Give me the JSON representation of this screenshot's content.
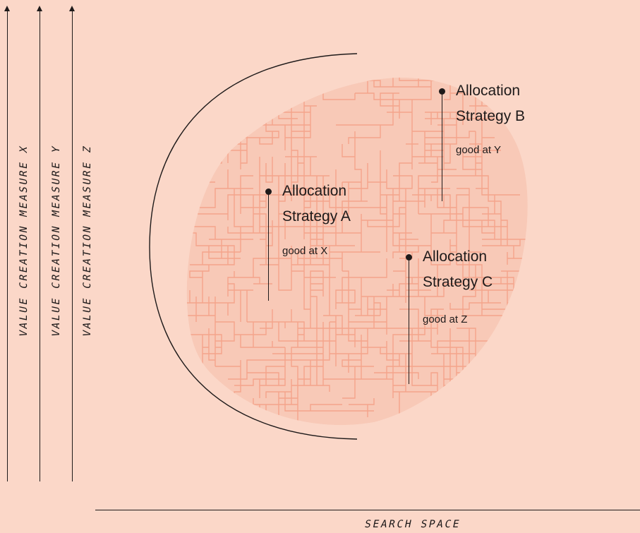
{
  "axes": {
    "vertical": [
      {
        "label": "VALUE CREATION MEASURE X"
      },
      {
        "label": "VALUE CREATION MEASURE Y"
      },
      {
        "label": "VALUE CREATION MEASURE Z"
      }
    ],
    "horizontal": {
      "label": "SEARCH SPACE"
    }
  },
  "strategies": [
    {
      "name": "Allocation Strategy A",
      "note": "good at X"
    },
    {
      "name": "Allocation Strategy B",
      "note": "good at Y"
    },
    {
      "name": "Allocation Strategy C",
      "note": "good at Z"
    }
  ],
  "colors": {
    "background": "#fbd7c8",
    "maze": "#f4ab94",
    "ink": "#1e1a1a"
  }
}
